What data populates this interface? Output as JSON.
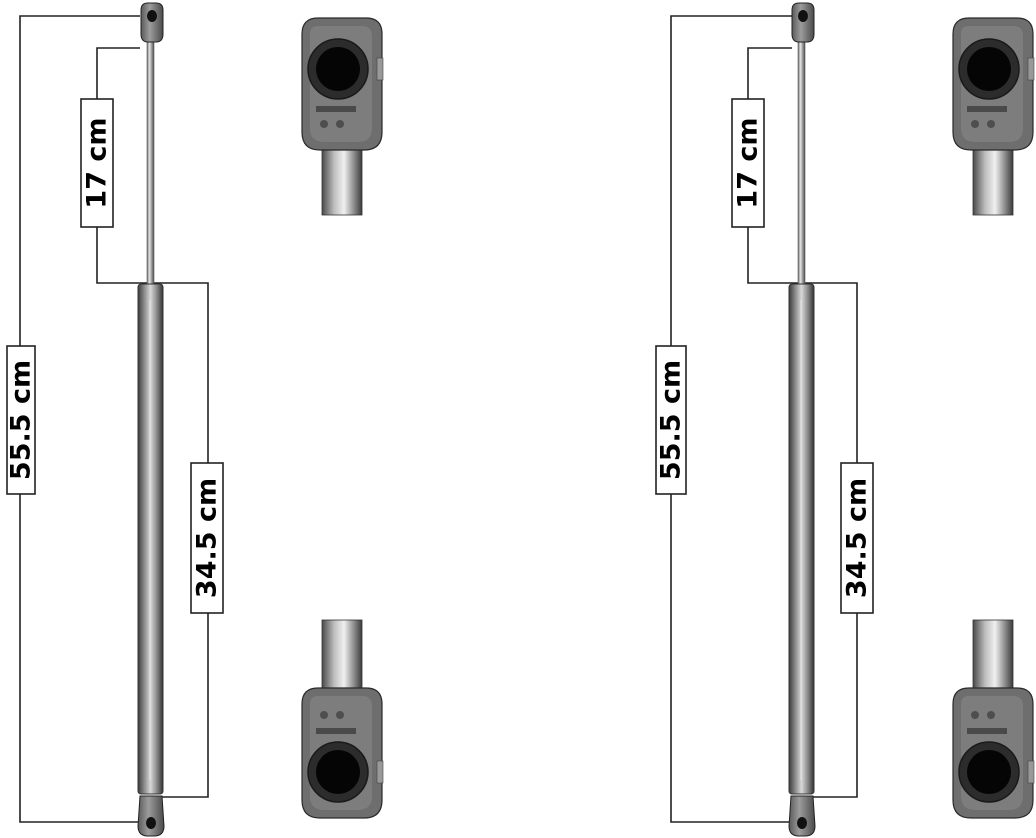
{
  "struts": [
    {
      "total_length_label": "55.5 cm",
      "rod_length_label": "17 cm",
      "body_length_label": "34.5 cm"
    },
    {
      "total_length_label": "55.5 cm",
      "rod_length_label": "17 cm",
      "body_length_label": "34.5 cm"
    }
  ]
}
